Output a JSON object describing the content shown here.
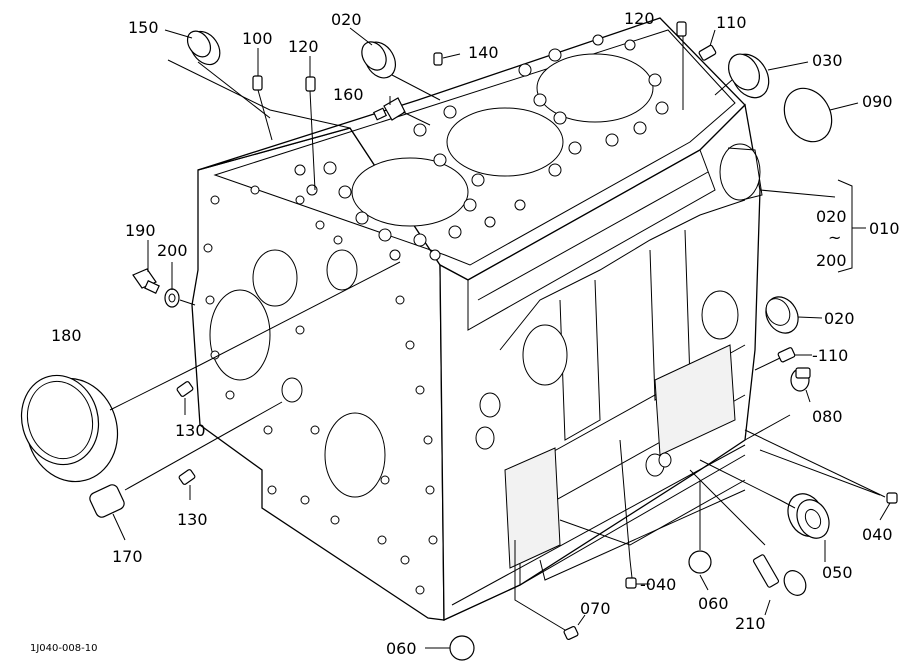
{
  "diagram": {
    "drawing_code": "1J040-008-10",
    "callouts": {
      "c150": "150",
      "c100": "100",
      "c120a": "120",
      "c020a": "020",
      "c140": "140",
      "c160": "160",
      "c120b": "120",
      "c110a": "110",
      "c030": "030",
      "c090": "090",
      "c010": "010",
      "c010_range_from": "020",
      "c010_range_tilde": "~",
      "c010_range_to": "200",
      "c190": "190",
      "c200": "200",
      "c180": "180",
      "c130a": "130",
      "c130b": "130",
      "c170": "170",
      "c020b": "020",
      "c110b": "-110",
      "c080": "080",
      "c040a": "040",
      "c050": "050",
      "c040b": "-040",
      "c060a": "060",
      "c210": "210",
      "c070": "070",
      "c060b": "060"
    }
  }
}
